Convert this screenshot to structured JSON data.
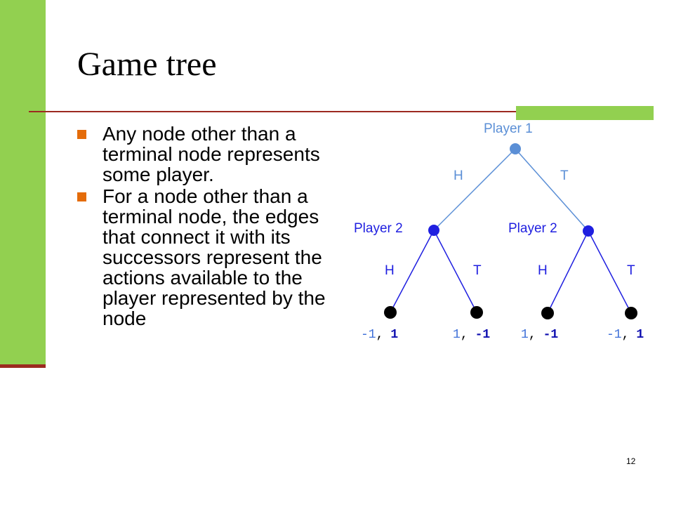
{
  "slide": {
    "title": "Game tree",
    "page_number": "12",
    "bullets": [
      "Any node other than a terminal node represents some player.",
      "For a node other than a terminal node, the edges that connect it with its successors represent the actions available to the player represented by the node"
    ]
  },
  "tree": {
    "root_label": "Player 1",
    "left_player_label": "Player 2",
    "right_player_label": "Player 2",
    "edge_labels": {
      "root_left": "H",
      "root_right": "T",
      "left_left": "H",
      "left_right": "T",
      "right_left": "H",
      "right_right": "T"
    },
    "payoffs": [
      {
        "p1": "-1",
        "sep": ",",
        "p2": "1"
      },
      {
        "p1": "1",
        "sep": ",",
        "p2": "-1"
      },
      {
        "p1": "1",
        "sep": ",",
        "p2": "-1"
      },
      {
        "p1": "-1",
        "sep": ",",
        "p2": "1"
      }
    ]
  },
  "colors": {
    "accent_green": "#92d050",
    "rule_red": "#9c2a20",
    "bullet_orange": "#e46c0a",
    "root_blue": "#5b8fd6",
    "player2_blue": "#1f1fe0",
    "payoff_light_blue": "#3d6fd8",
    "payoff_dark_blue": "#1010b0"
  }
}
